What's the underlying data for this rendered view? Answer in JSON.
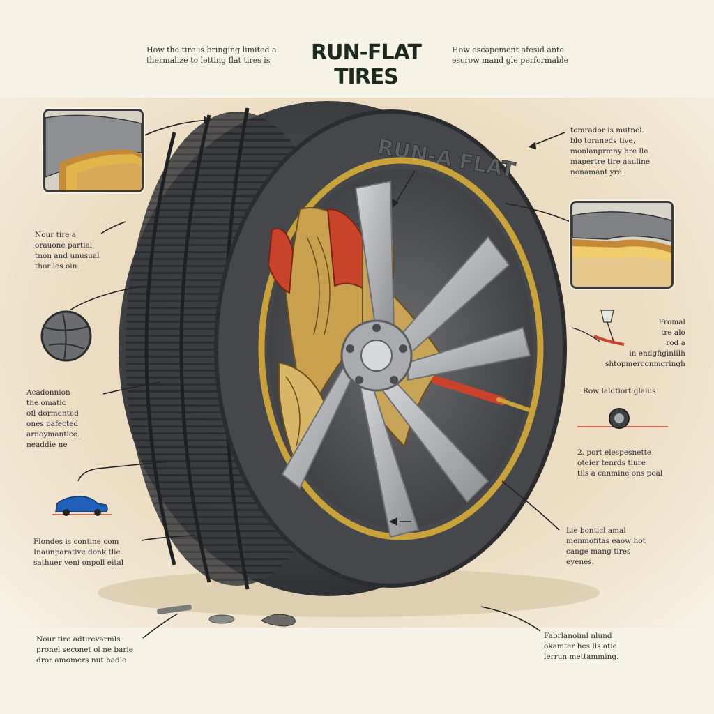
{
  "title": "RUN-FLAT TIRES",
  "subtitle_left": [
    "How the tire is bringing limited a",
    "thermalize to letting flat tires is"
  ],
  "subtitle_right": [
    "How escapement ofesid ante",
    "escrow mand gle performable"
  ],
  "sidewall_text": "RUN-A FLAT",
  "notes": {
    "left_1": [
      "Nour tire a",
      "orauone partial",
      "tnon and unusual",
      "thor les oin."
    ],
    "left_2": [
      "Acadonnion",
      "the omatic",
      "ofl dormented",
      "ones pafected",
      "arnoymantice.",
      "neaddie ne"
    ],
    "left_3": [
      "Flondes is contine com",
      "Inaunparative donk tlie",
      "sathuer veni onpoll eital"
    ],
    "left_4": [
      "Nour tire adtirevarmls",
      "pronel seconet ol ne barie",
      "dror amomers nut hadle"
    ],
    "right_1": [
      "tomrador is mutnel.",
      "blo toraneds tive,",
      "monlanprmny hre lle",
      "mapertre tire aauline",
      "nonamant yre."
    ],
    "right_2": [
      "Fromal",
      "tre alo",
      "rod a",
      "in endgfiginlilh",
      "shtopmerconmgringh"
    ],
    "right_3": [
      "Row laldtiort glaius"
    ],
    "right_4": [
      "2. port elespesnette",
      "oteier tenrds tiure",
      "tils a canmine ons poal"
    ],
    "right_5": [
      "Lie bonticl amal",
      "menmofitas eaow hot",
      "cange mang tires",
      "eyenes."
    ],
    "right_6": [
      "Fabrlanoiml nlund",
      "okamter hes lls atie",
      "lerrun mettamming."
    ]
  },
  "colors": {
    "tire": "#3d3f42",
    "tread": "#2e3033",
    "rim": "#b9bbbe",
    "gold": "#c9a23a",
    "red": "#c9432b",
    "car": "#1f5fb8",
    "ink": "#222222"
  }
}
